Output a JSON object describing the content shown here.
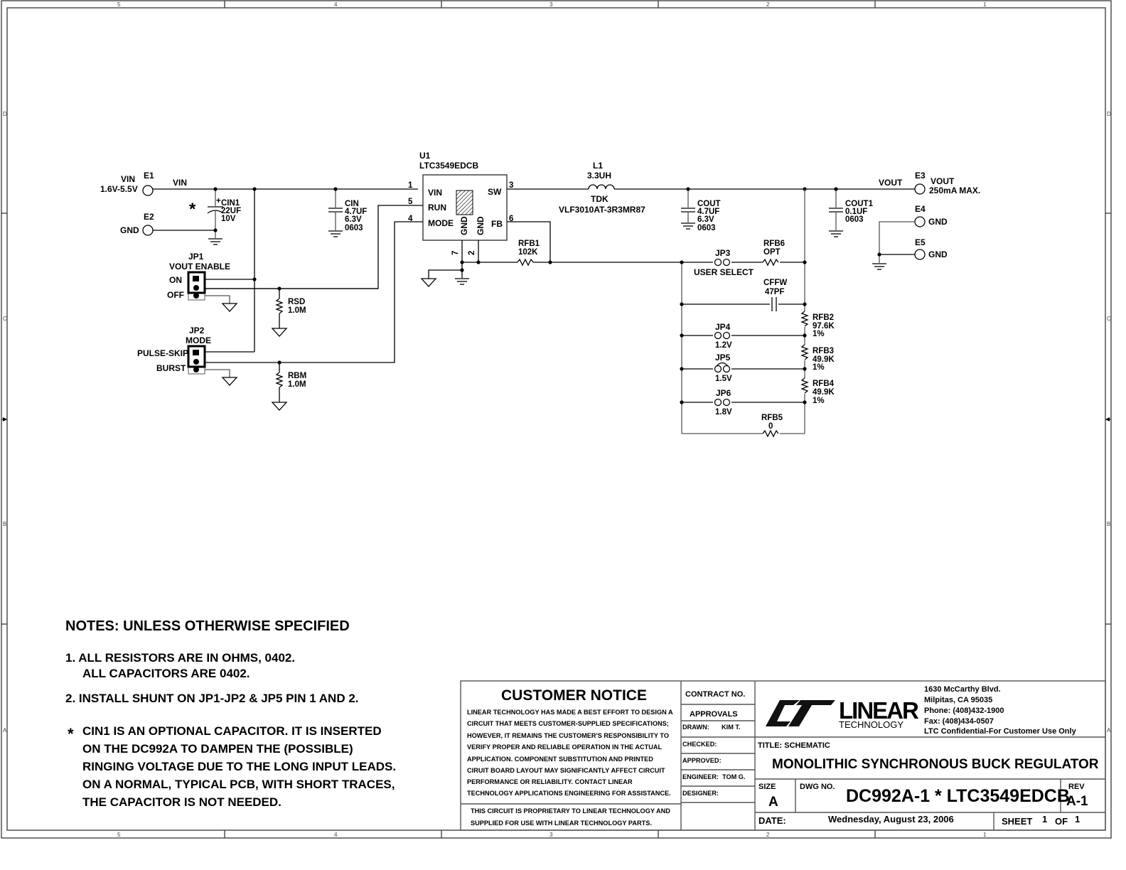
{
  "frame": {
    "columns": [
      "5",
      "4",
      "3",
      "2",
      "1"
    ],
    "rows": [
      "D",
      "C",
      "B",
      "A"
    ]
  },
  "schematic": {
    "e1": {
      "ref": "E1",
      "label": "VIN",
      "range": "1.6V-5.5V"
    },
    "e2": {
      "ref": "E2",
      "label": "GND"
    },
    "vin_net": "VIN",
    "cin1": {
      "ref": "CIN1",
      "value": "22UF",
      "voltage": "10V",
      "mark": "*"
    },
    "cin": {
      "ref": "CIN",
      "value": "4.7UF",
      "voltage": "6.3V",
      "package": "0603"
    },
    "u1": {
      "ref": "U1",
      "part": "LTC3549EDCB",
      "pins": [
        {
          "num": "1",
          "name": "VIN"
        },
        {
          "num": "5",
          "name": "RUN"
        },
        {
          "num": "4",
          "name": "MODE"
        },
        {
          "num": "3",
          "name": "SW"
        },
        {
          "num": "6",
          "name": "FB"
        },
        {
          "num": "7",
          "name": "GND"
        },
        {
          "num": "2",
          "name": "GND"
        }
      ]
    },
    "l1": {
      "ref": "L1",
      "value": "3.3UH",
      "maker": "TDK",
      "part": "VLF3010AT-3R3MR87"
    },
    "cout": {
      "ref": "COUT",
      "value": "4.7UF",
      "voltage": "6.3V",
      "package": "0603"
    },
    "cout1": {
      "ref": "COUT1",
      "value": "0.1UF",
      "package": "0603"
    },
    "vout_net": "VOUT",
    "e3": {
      "ref": "E3",
      "label": "VOUT",
      "note": "250mA MAX."
    },
    "e4": {
      "ref": "E4",
      "label": "GND"
    },
    "e5": {
      "ref": "E5",
      "label": "GND"
    },
    "jp1": {
      "ref": "JP1",
      "title": "VOUT ENABLE",
      "pos1": "ON",
      "pos2": "OFF"
    },
    "jp2": {
      "ref": "JP2",
      "title": "MODE",
      "pos1": "PULSE-SKIP",
      "pos2": "BURST"
    },
    "rsd": {
      "ref": "RSD",
      "value": "1.0M"
    },
    "rbm": {
      "ref": "RBM",
      "value": "1.0M"
    },
    "rfb1": {
      "ref": "RFB1",
      "value": "102K"
    },
    "jp3": {
      "ref": "JP3",
      "label": "USER SELECT"
    },
    "rfb6": {
      "ref": "RFB6",
      "value": "OPT"
    },
    "cffw": {
      "ref": "CFFW",
      "value": "47PF"
    },
    "rfb2": {
      "ref": "RFB2",
      "value": "97.6K",
      "tol": "1%"
    },
    "rfb3": {
      "ref": "RFB3",
      "value": "49.9K",
      "tol": "1%"
    },
    "rfb4": {
      "ref": "RFB4",
      "value": "49.9K",
      "tol": "1%"
    },
    "rfb5": {
      "ref": "RFB5",
      "value": "0"
    },
    "jp4": {
      "ref": "JP4",
      "value": "1.2V"
    },
    "jp5": {
      "ref": "JP5",
      "value": "1.5V"
    },
    "jp6": {
      "ref": "JP6",
      "value": "1.8V"
    }
  },
  "notes": {
    "heading": "NOTES:  UNLESS OTHERWISE SPECIFIED",
    "n1a": "1.  ALL RESISTORS ARE IN OHMS, 0402.",
    "n1b": "ALL CAPACITORS ARE 0402.",
    "n2": "2.  INSTALL SHUNT ON JP1-JP2 & JP5 PIN 1 AND 2.",
    "star": "*",
    "s1": "CIN1 IS AN OPTIONAL CAPACITOR.  IT IS INSERTED",
    "s2": "ON THE DC992A TO DAMPEN THE (POSSIBLE)",
    "s3": "RINGING VOLTAGE DUE TO THE LONG INPUT LEADS.",
    "s4": "ON A NORMAL, TYPICAL PCB, WITH SHORT TRACES,",
    "s5": "THE CAPACITOR IS NOT NEEDED."
  },
  "customer_notice": {
    "title": "CUSTOMER NOTICE",
    "lines": [
      "LINEAR TECHNOLOGY HAS MADE A BEST EFFORT TO DESIGN A",
      "CIRCUIT THAT MEETS CUSTOMER-SUPPLIED SPECIFICATIONS;",
      "HOWEVER, IT REMAINS THE CUSTOMER'S RESPONSIBILITY TO",
      "VERIFY PROPER AND RELIABLE OPERATION IN THE ACTUAL",
      "APPLICATION.  COMPONENT SUBSTITUTION AND PRINTED",
      "CIRUIT BOARD LAYOUT MAY SIGNIFICANTLY AFFECT CIRCUIT",
      "PERFORMANCE OR RELIABILITY.  CONTACT LINEAR",
      "TECHNOLOGY APPLICATIONS ENGINEERING FOR ASSISTANCE."
    ],
    "proprietary": [
      "THIS CIRCUIT IS PROPRIETARY TO LINEAR TECHNOLOGY AND",
      "SUPPLIED FOR USE WITH LINEAR TECHNOLOGY PARTS."
    ]
  },
  "title_block": {
    "contract_no": "CONTRACT NO.",
    "approvals": "APPROVALS",
    "drawn_label": "DRAWN:",
    "drawn": "KIM T.",
    "checked_label": "CHECKED:",
    "approved_label": "APPROVED:",
    "engineer_label": "ENGINEER:",
    "engineer": "TOM G.",
    "designer_label": "DESIGNER:",
    "logo_text": "LINEAR",
    "logo_sub": "TECHNOLOGY",
    "address": [
      "1630 McCarthy Blvd.",
      "Milpitas, CA 95035",
      "Phone: (408)432-1900",
      "Fax: (408)434-0507",
      "LTC Confidential-For Customer Use Only"
    ],
    "title_label": "TITLE:  SCHEMATIC",
    "title": "MONOLITHIC SYNCHRONOUS BUCK REGULATOR",
    "size_label": "SIZE",
    "size": "A",
    "dwg_label": "DWG NO.",
    "dwg": "DC992A-1 * LTC3549EDCB",
    "rev_label": "REV",
    "rev": "A-1",
    "date_label": "DATE:",
    "date": "Wednesday, August 23, 2006",
    "sheet_label": "SHEET",
    "sheet": "1",
    "of_label": "OF",
    "of": "1"
  }
}
